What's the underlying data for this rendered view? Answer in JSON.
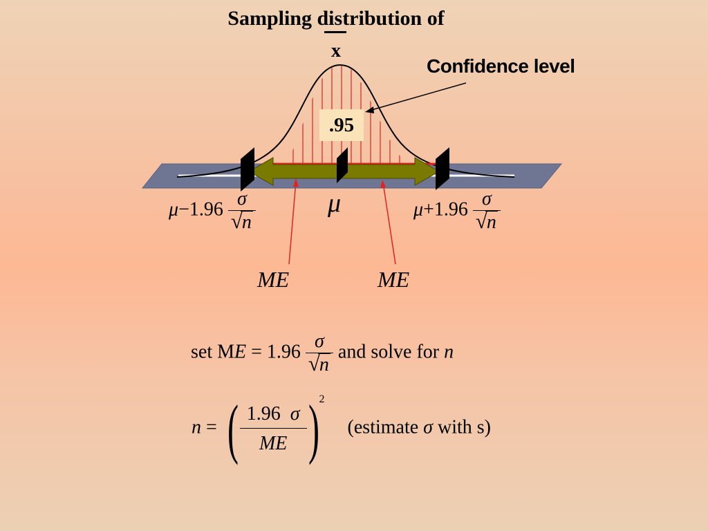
{
  "title": "Sampling distribution of",
  "xbar": "x",
  "confidence_label": "Confidence level",
  "confidence_value": ".95",
  "mu": "μ",
  "lower_bound": {
    "mu": "μ",
    "op": "−",
    "z": "1.96",
    "sigma": "σ",
    "n": "n"
  },
  "upper_bound": {
    "mu": "μ",
    "op": "+",
    "z": "1.96",
    "sigma": "σ",
    "n": "n"
  },
  "me_left": "ME",
  "me_right": "ME",
  "formula1": {
    "pre": "set M",
    "E": "E",
    "eq": " = 1.96",
    "sigma": "σ",
    "n": "n",
    "post": " and solve for ",
    "nvar": "n"
  },
  "formula2": {
    "n": "n",
    "eq": " = ",
    "num_z": "1.96",
    "num_sigma": "σ",
    "den": "ME",
    "exp": "2",
    "note_pre": "(estimate ",
    "note_sigma": "σ",
    "note_post": " with s)"
  },
  "colors": {
    "axis_plane": "#6e7694",
    "arrow": "#7a7a00",
    "curve": "#000000",
    "shade_lines": "#e0231f",
    "label_box": "#fae3b8"
  }
}
